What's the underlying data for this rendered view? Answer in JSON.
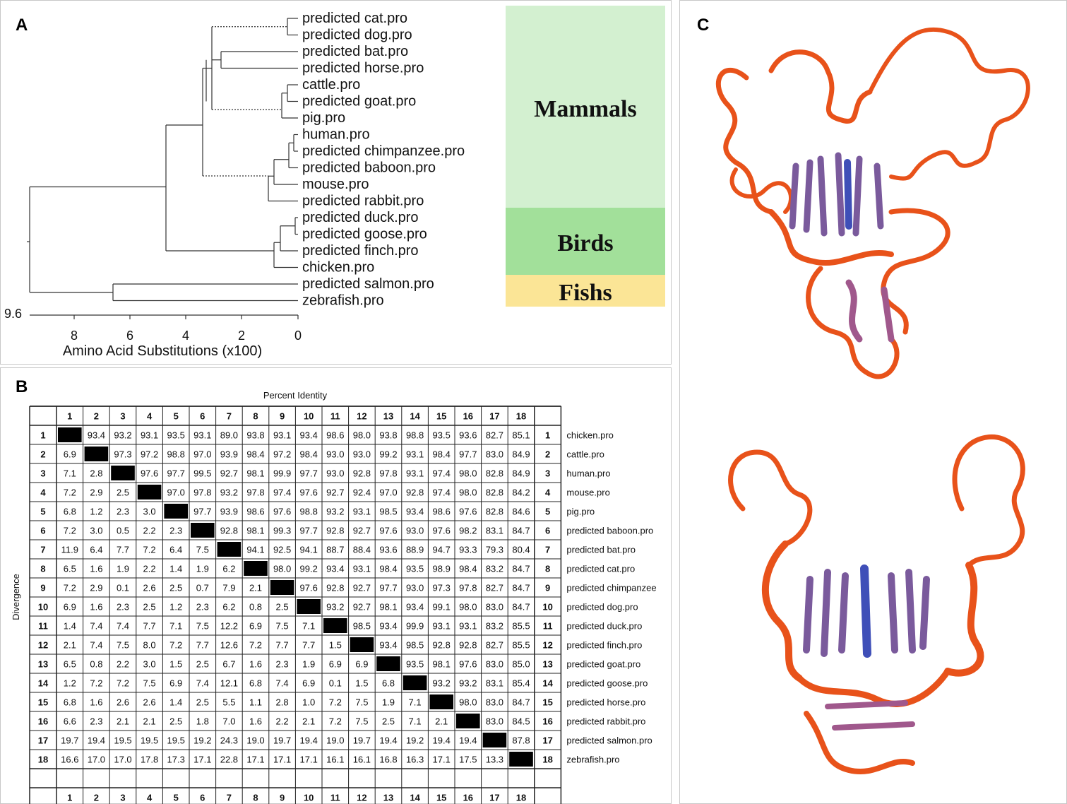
{
  "panels": {
    "a": "A",
    "b": "B",
    "c": "C"
  },
  "tree": {
    "taxa": [
      "predicted cat.pro",
      "predicted dog.pro",
      "predicted bat.pro",
      "predicted horse.pro",
      "cattle.pro",
      "predicted goat.pro",
      "pig.pro",
      "human.pro",
      "predicted chimpanzee.pro",
      "predicted baboon.pro",
      "mouse.pro",
      "predicted rabbit.pro",
      "predicted duck.pro",
      "predicted goose.pro",
      "predicted finch.pro",
      "chicken.pro",
      "predicted salmon.pro",
      "zebrafish.pro"
    ],
    "groups": [
      {
        "label": "Mammals",
        "color": "#d3f0d0"
      },
      {
        "label": "Birds",
        "color": "#a2e09a"
      },
      {
        "label": "Fishs",
        "color": "#fbe596"
      }
    ],
    "axis": {
      "label": "Amino Acid Substitutions (x100)",
      "root_value": "9.6",
      "ticks": [
        "8",
        "6",
        "4",
        "2",
        "0"
      ]
    }
  },
  "matrix": {
    "top_label": "Percent Identity",
    "side_label": "Divergence",
    "indices": [
      "1",
      "2",
      "3",
      "4",
      "5",
      "6",
      "7",
      "8",
      "9",
      "10",
      "11",
      "12",
      "13",
      "14",
      "15",
      "16",
      "17",
      "18"
    ],
    "names": [
      "chicken.pro",
      "cattle.pro",
      "human.pro",
      "mouse.pro",
      "pig.pro",
      "predicted baboon.pro",
      "predicted bat.pro",
      "predicted cat.pro",
      "predicted chimpanzee",
      "predicted dog.pro",
      "predicted duck.pro",
      "predicted finch.pro",
      "predicted goat.pro",
      "predicted goose.pro",
      "predicted horse.pro",
      "predicted rabbit.pro",
      "predicted salmon.pro",
      "zebrafish.pro"
    ],
    "rows": [
      [
        "",
        "93.4",
        "93.2",
        "93.1",
        "93.5",
        "93.1",
        "89.0",
        "93.8",
        "93.1",
        "93.4",
        "98.6",
        "98.0",
        "93.8",
        "98.8",
        "93.5",
        "93.6",
        "82.7",
        "85.1"
      ],
      [
        "6.9",
        "",
        "97.3",
        "97.2",
        "98.8",
        "97.0",
        "93.9",
        "98.4",
        "97.2",
        "98.4",
        "93.0",
        "93.0",
        "99.2",
        "93.1",
        "98.4",
        "97.7",
        "83.0",
        "84.9"
      ],
      [
        "7.1",
        "2.8",
        "",
        "97.6",
        "97.7",
        "99.5",
        "92.7",
        "98.1",
        "99.9",
        "97.7",
        "93.0",
        "92.8",
        "97.8",
        "93.1",
        "97.4",
        "98.0",
        "82.8",
        "84.9"
      ],
      [
        "7.2",
        "2.9",
        "2.5",
        "",
        "97.0",
        "97.8",
        "93.2",
        "97.8",
        "97.4",
        "97.6",
        "92.7",
        "92.4",
        "97.0",
        "92.8",
        "97.4",
        "98.0",
        "82.8",
        "84.2"
      ],
      [
        "6.8",
        "1.2",
        "2.3",
        "3.0",
        "",
        "97.7",
        "93.9",
        "98.6",
        "97.6",
        "98.8",
        "93.2",
        "93.1",
        "98.5",
        "93.4",
        "98.6",
        "97.6",
        "82.8",
        "84.6"
      ],
      [
        "7.2",
        "3.0",
        "0.5",
        "2.2",
        "2.3",
        "",
        "92.8",
        "98.1",
        "99.3",
        "97.7",
        "92.8",
        "92.7",
        "97.6",
        "93.0",
        "97.6",
        "98.2",
        "83.1",
        "84.7"
      ],
      [
        "11.9",
        "6.4",
        "7.7",
        "7.2",
        "6.4",
        "7.5",
        "",
        "94.1",
        "92.5",
        "94.1",
        "88.7",
        "88.4",
        "93.6",
        "88.9",
        "94.7",
        "93.3",
        "79.3",
        "80.4"
      ],
      [
        "6.5",
        "1.6",
        "1.9",
        "2.2",
        "1.4",
        "1.9",
        "6.2",
        "",
        "98.0",
        "99.2",
        "93.4",
        "93.1",
        "98.4",
        "93.5",
        "98.9",
        "98.4",
        "83.2",
        "84.7"
      ],
      [
        "7.2",
        "2.9",
        "0.1",
        "2.6",
        "2.5",
        "0.7",
        "7.9",
        "2.1",
        "",
        "97.6",
        "92.8",
        "92.7",
        "97.7",
        "93.0",
        "97.3",
        "97.8",
        "82.7",
        "84.7"
      ],
      [
        "6.9",
        "1.6",
        "2.3",
        "2.5",
        "1.2",
        "2.3",
        "6.2",
        "0.8",
        "2.5",
        "",
        "93.2",
        "92.7",
        "98.1",
        "93.4",
        "99.1",
        "98.0",
        "83.0",
        "84.7"
      ],
      [
        "1.4",
        "7.4",
        "7.4",
        "7.7",
        "7.1",
        "7.5",
        "12.2",
        "6.9",
        "7.5",
        "7.1",
        "",
        "98.5",
        "93.4",
        "99.9",
        "93.1",
        "93.1",
        "83.2",
        "85.5"
      ],
      [
        "2.1",
        "7.4",
        "7.5",
        "8.0",
        "7.2",
        "7.7",
        "12.6",
        "7.2",
        "7.7",
        "7.7",
        "1.5",
        "",
        "93.4",
        "98.5",
        "92.8",
        "92.8",
        "82.7",
        "85.5"
      ],
      [
        "6.5",
        "0.8",
        "2.2",
        "3.0",
        "1.5",
        "2.5",
        "6.7",
        "1.6",
        "2.3",
        "1.9",
        "6.9",
        "6.9",
        "",
        "93.5",
        "98.1",
        "97.6",
        "83.0",
        "85.0"
      ],
      [
        "1.2",
        "7.2",
        "7.2",
        "7.5",
        "6.9",
        "7.4",
        "12.1",
        "6.8",
        "7.4",
        "6.9",
        "0.1",
        "1.5",
        "6.8",
        "",
        "93.2",
        "93.2",
        "83.1",
        "85.4"
      ],
      [
        "6.8",
        "1.6",
        "2.6",
        "2.6",
        "1.4",
        "2.5",
        "5.5",
        "1.1",
        "2.8",
        "1.0",
        "7.2",
        "7.5",
        "1.9",
        "7.1",
        "",
        "98.0",
        "83.0",
        "84.7"
      ],
      [
        "6.6",
        "2.3",
        "2.1",
        "2.1",
        "2.5",
        "1.8",
        "7.0",
        "1.6",
        "2.2",
        "2.1",
        "7.2",
        "7.5",
        "2.5",
        "7.1",
        "2.1",
        "",
        "83.0",
        "84.5"
      ],
      [
        "19.7",
        "19.4",
        "19.5",
        "19.5",
        "19.5",
        "19.2",
        "24.3",
        "19.0",
        "19.7",
        "19.4",
        "19.0",
        "19.7",
        "19.4",
        "19.2",
        "19.4",
        "19.4",
        "",
        "87.8"
      ],
      [
        "16.6",
        "17.0",
        "17.0",
        "17.8",
        "17.3",
        "17.1",
        "22.8",
        "17.1",
        "17.1",
        "17.1",
        "16.1",
        "16.1",
        "16.8",
        "16.3",
        "17.1",
        "17.5",
        "13.3",
        ""
      ]
    ]
  },
  "colors": {
    "ribbon_coil": "#e8521a",
    "ribbon_helix": "#7a5a9c",
    "ribbon_core": "#3f4fb8"
  }
}
